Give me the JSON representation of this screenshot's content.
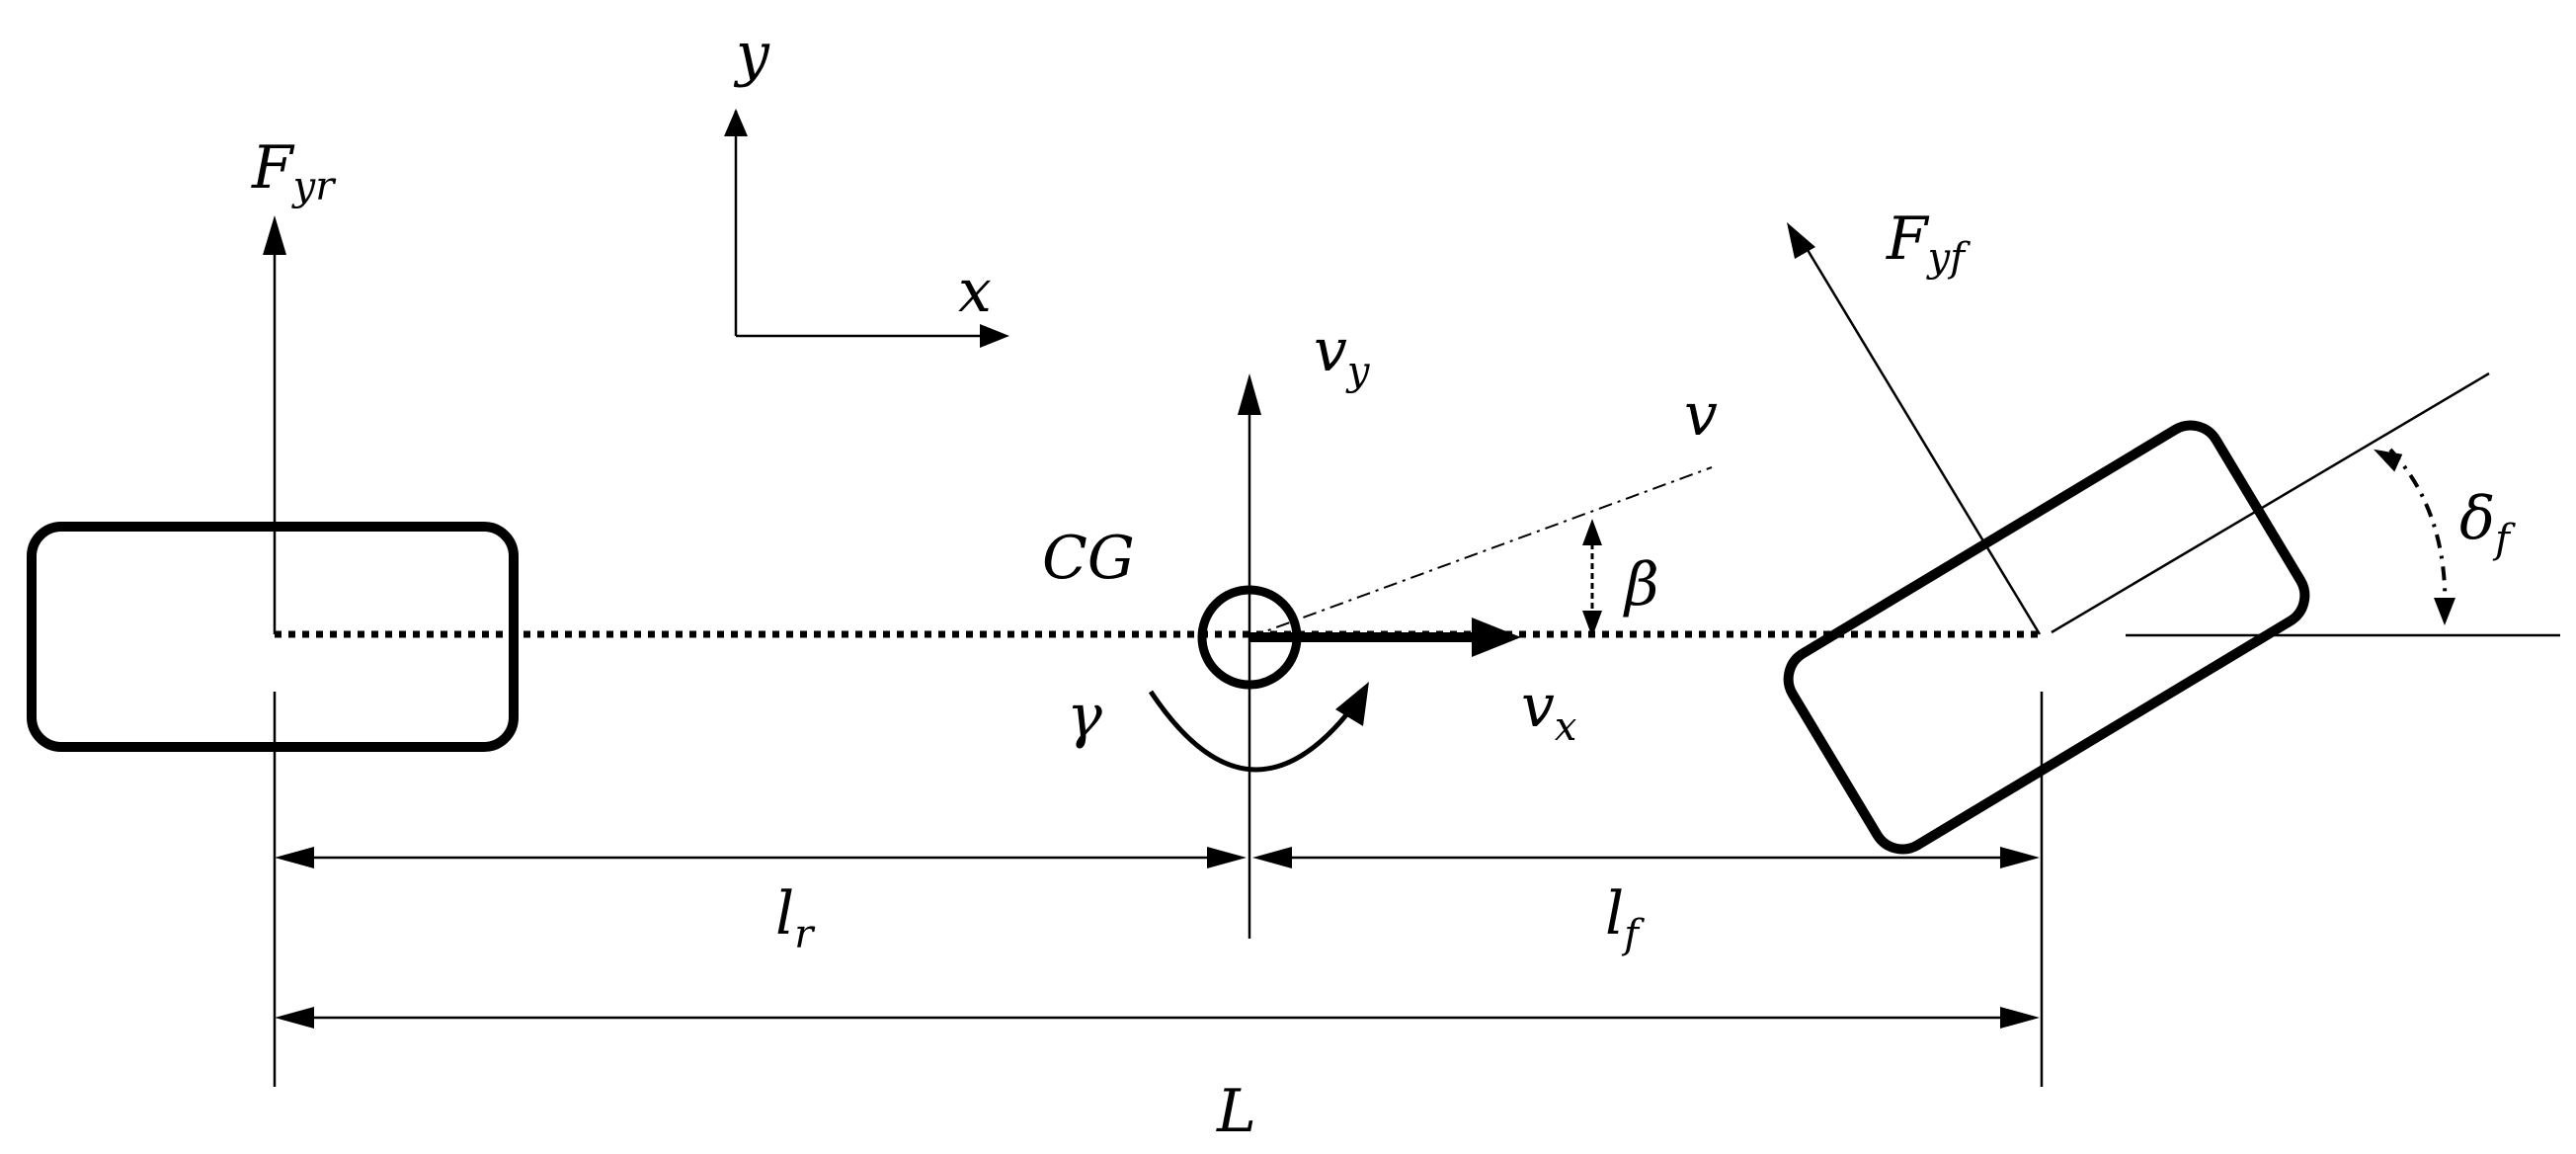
{
  "labels": {
    "frame_y": "y",
    "frame_x": "x",
    "rear_force": "F",
    "rear_force_sub": "yr",
    "front_force": "F",
    "front_force_sub": "yf",
    "vy": "v",
    "vy_sub": "y",
    "vx": "v",
    "vx_sub": "x",
    "v": "v",
    "cg": "CG",
    "beta": "β",
    "gamma": "γ",
    "delta": "δ",
    "delta_sub": "f",
    "lr": "l",
    "lr_sub": "r",
    "lf": "l",
    "lf_sub": "f",
    "L": "L"
  },
  "colors": {
    "stroke": "#000000",
    "background": "#ffffff"
  }
}
